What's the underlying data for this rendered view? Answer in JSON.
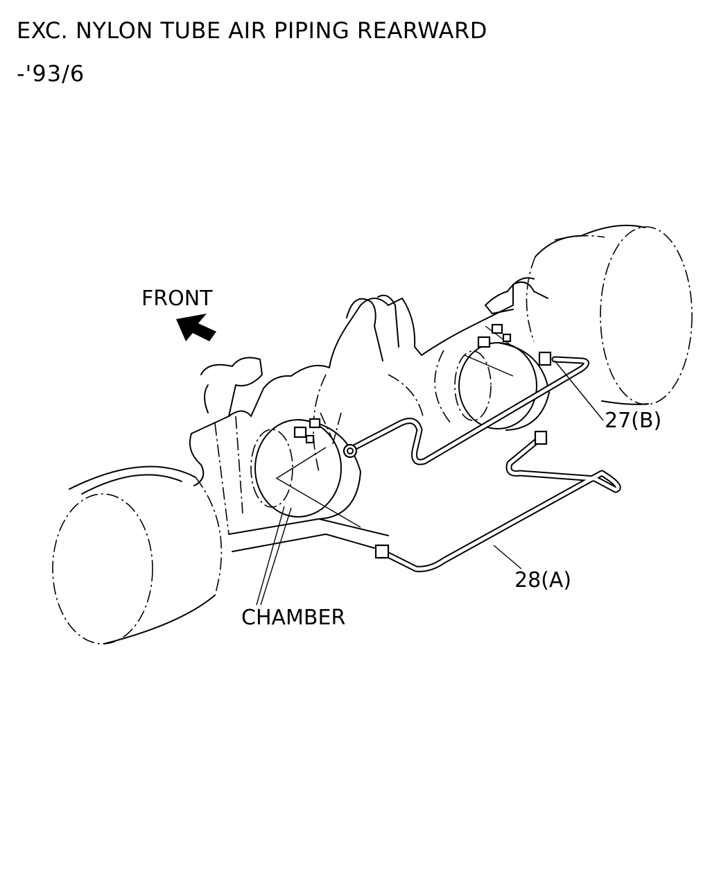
{
  "document": {
    "title": "EXC. NYLON TUBE AIR PIPING REARWARD",
    "subtitle": "-'93/6"
  },
  "diagram": {
    "front_label": "FRONT",
    "chamber_label": "CHAMBER",
    "part_labels": [
      {
        "id": "27",
        "text": "27(B)"
      },
      {
        "id": "28",
        "text": "28(A)"
      }
    ],
    "icons": [
      "front-arrow-icon"
    ]
  }
}
